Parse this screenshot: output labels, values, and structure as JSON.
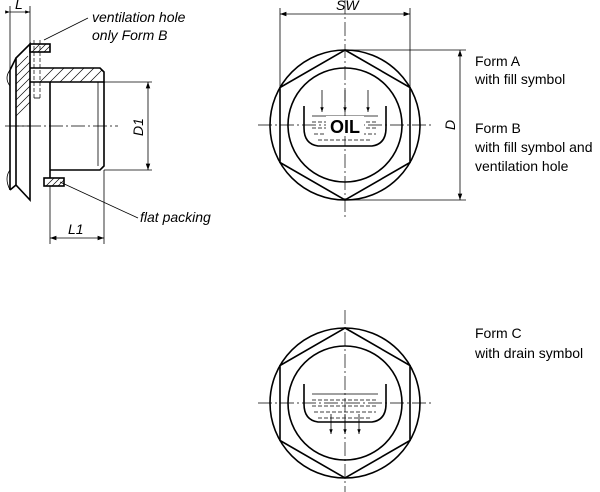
{
  "dimensions": {
    "l": "L",
    "l1": "L1",
    "d1": "D1",
    "sw": "SW",
    "d": "D"
  },
  "callouts": {
    "ventilation_line1": "ventilation hole",
    "ventilation_line2": "only Form B",
    "flat_packing": "flat packing"
  },
  "forms": {
    "a_title": "Form A",
    "a_desc": "with fill symbol",
    "b_title": "Form B",
    "b_desc1": "with fill symbol and",
    "b_desc2": "ventilation hole",
    "c_title": "Form C",
    "c_desc": "with drain symbol"
  },
  "symbols": {
    "oil_text": "OIL"
  }
}
